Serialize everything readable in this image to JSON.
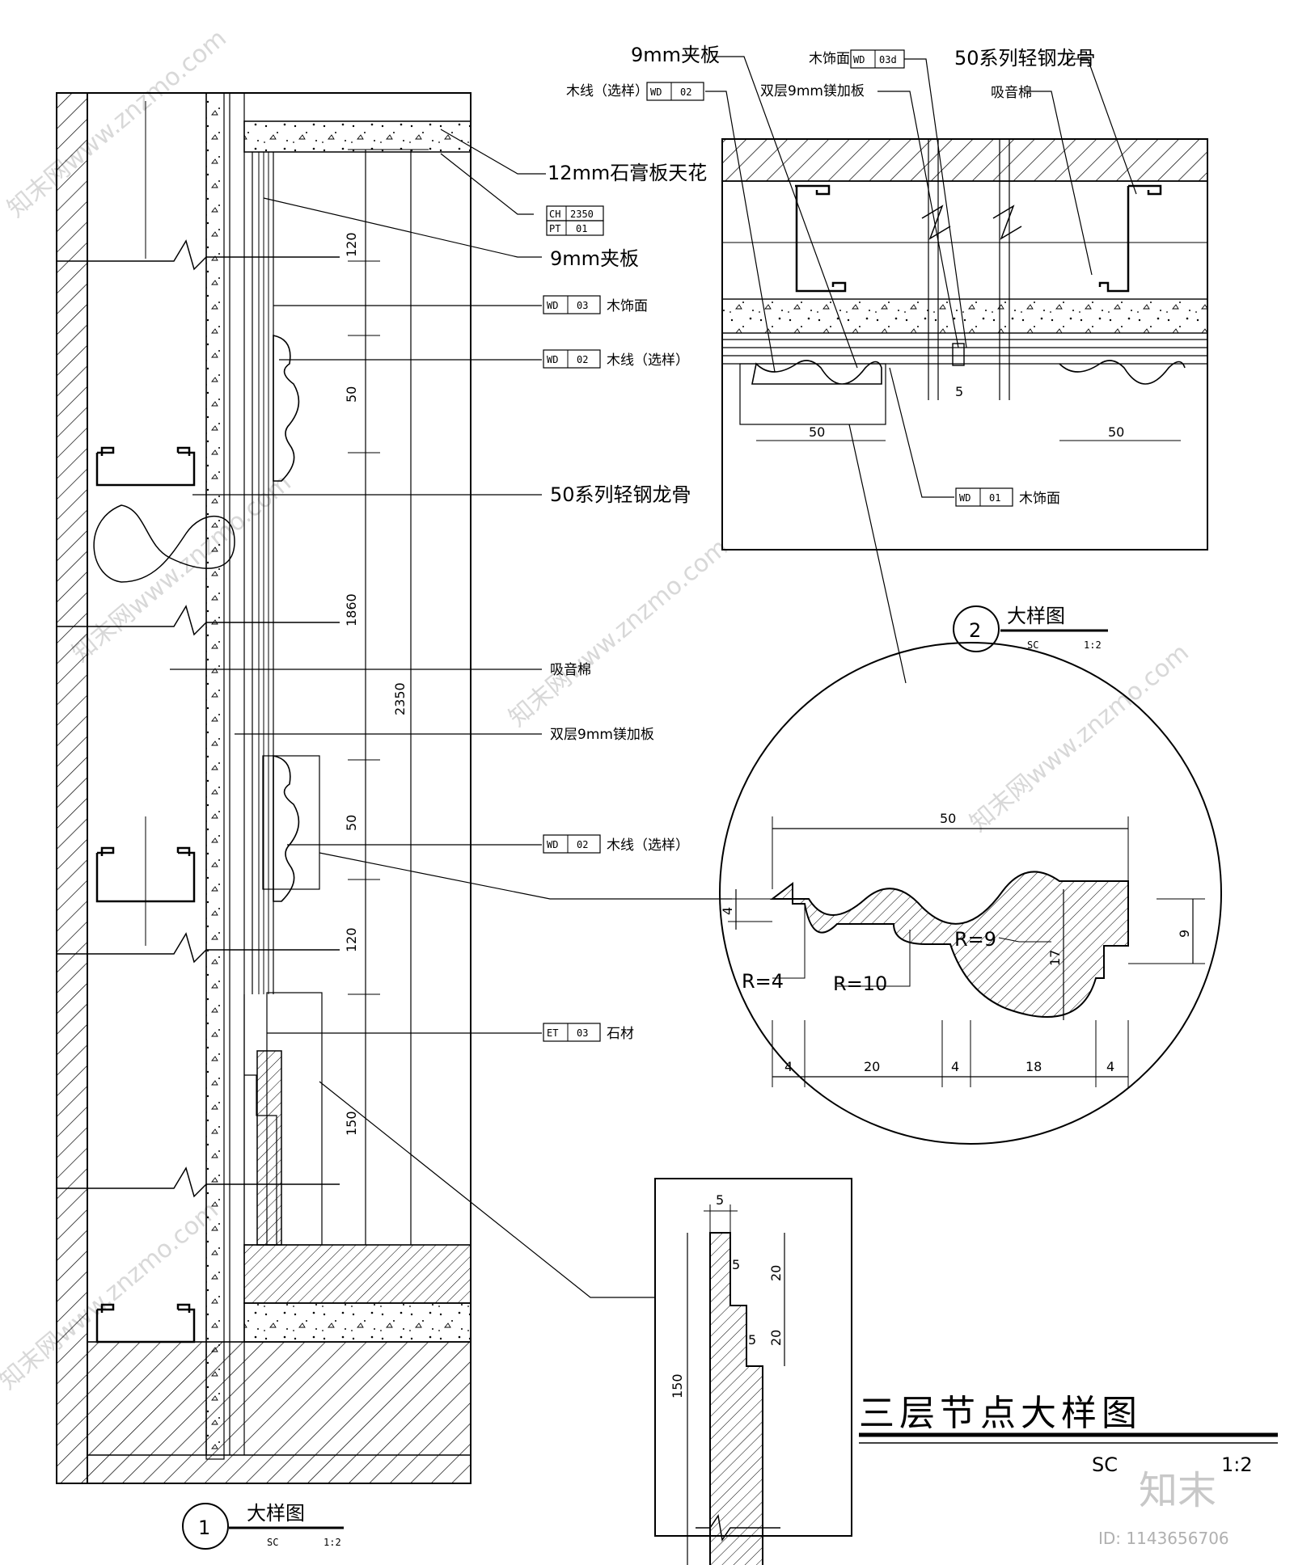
{
  "labels": {
    "ceiling_board": "12mm石膏板天花",
    "ch_tag": [
      "CH",
      "2350"
    ],
    "pt_tag": [
      "PT",
      "01"
    ],
    "plywood_9mm": "9mm夹板",
    "wd03_text": "木饰面",
    "wd03_tag": [
      "WD",
      "03"
    ],
    "wd02_text": "木线（选样）",
    "wd02_tag": [
      "WD",
      "02"
    ],
    "steel_keel": "50系列轻钢龙骨",
    "acoustic_wool": "吸音棉",
    "double_board": "双层9mm镁加板",
    "wd02b_text": "木线（选样）",
    "wd02b_tag": [
      "WD",
      "02"
    ],
    "et03_text": "石材",
    "et03_tag": [
      "ET",
      "03"
    ]
  },
  "dims_left": {
    "d120a": "120",
    "d50a": "50",
    "d1860": "1860",
    "d2350": "2350",
    "d50b": "50",
    "d120b": "120",
    "d150": "150"
  },
  "detail2": {
    "plywood": "9mm夹板",
    "wood_line_text": "木线（选样）",
    "wood_line_tag": [
      "WD",
      "02"
    ],
    "double_board": "双层9mm镁加板",
    "veneer_text": "木饰面",
    "veneer_tag": [
      "WD",
      "03d"
    ],
    "keel": "50系列轻钢龙骨",
    "wool": "吸音棉",
    "wd01_text": "木饰面",
    "wd01_tag": [
      "WD",
      "01"
    ],
    "dim_50a": "50",
    "dim_5": "5",
    "dim_50b": "50",
    "caption_num": "2",
    "caption_title": "大样图",
    "caption_scale_code": "SC",
    "caption_scale": "1:2"
  },
  "circle_detail": {
    "dim_50": "50",
    "dim_4_left": "4",
    "dim_9": "9",
    "dim_17": "17",
    "r4": "R=4",
    "r10": "R=10",
    "r9": "R=9",
    "b4a": "4",
    "b20": "20",
    "b4b": "4",
    "b18": "18",
    "b4c": "4"
  },
  "stone_detail": {
    "d5_top": "5",
    "d5_mid": "5",
    "d20a": "20",
    "d5_low": "5",
    "d20b": "20",
    "d150": "150"
  },
  "caption1": {
    "num": "1",
    "title": "大样图",
    "scale_code": "SC",
    "scale": "1:2"
  },
  "main_title": {
    "text": "三层节点大样图",
    "scale_code": "SC",
    "scale": "1:2"
  },
  "watermark": {
    "site": "知末网www.znzmo.com",
    "logo": "知末",
    "id": "ID: 1143656706"
  }
}
